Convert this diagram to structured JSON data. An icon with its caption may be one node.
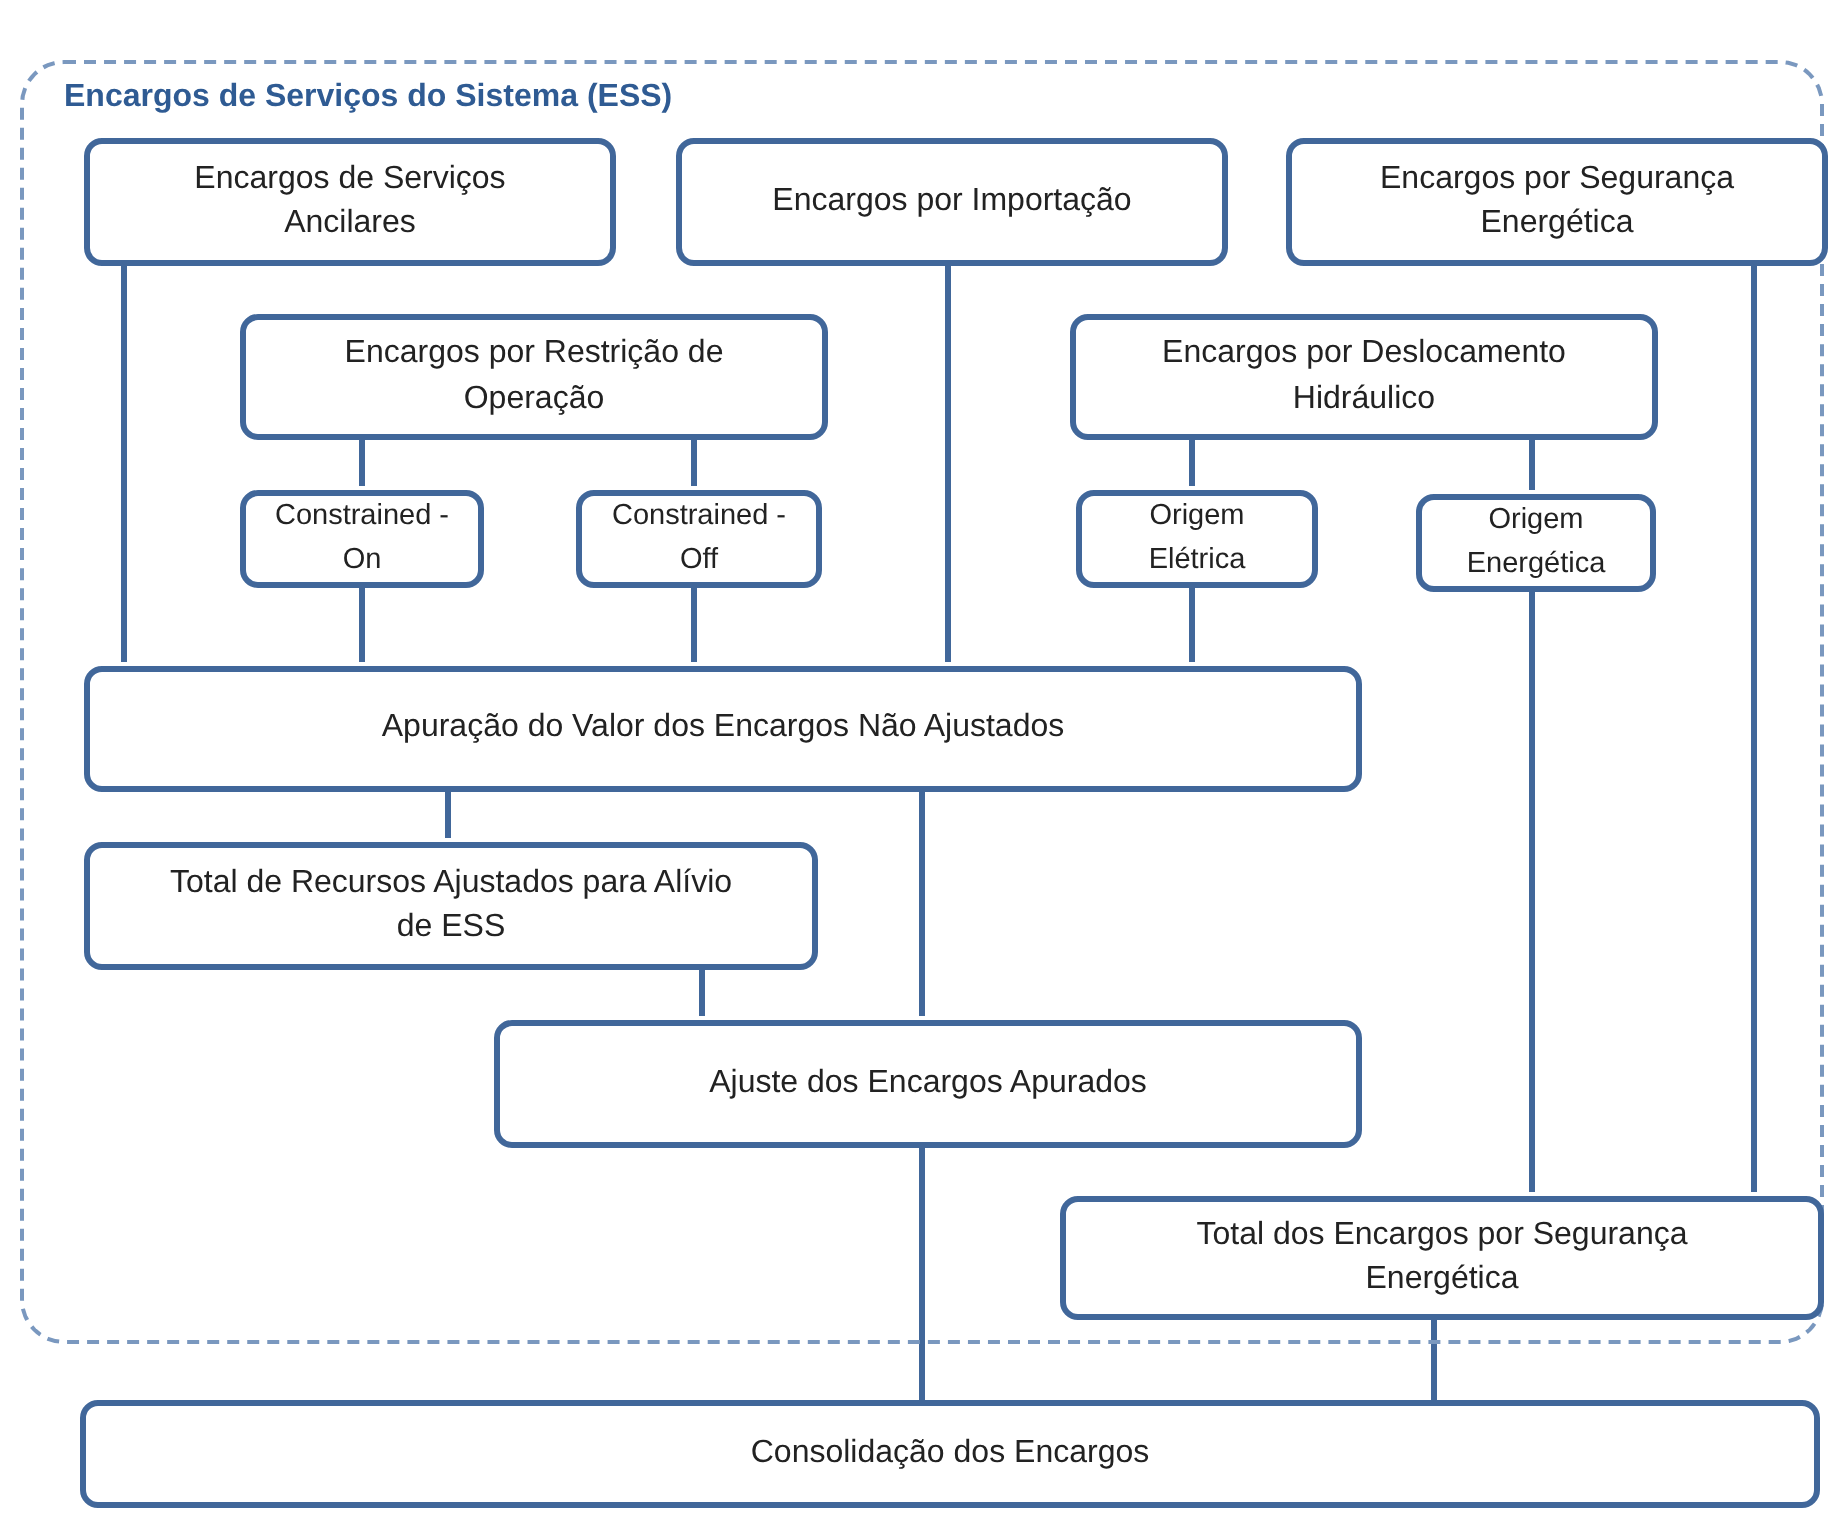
{
  "diagram": {
    "nodes": [
      {
        "text": [
          "Encargos de Serviços do Sistema (ESS)"
        ]
      },
      {
        "text": [
          "Encargos de Serviços Ancilares"
        ],
        "in": 0
      },
      {
        "text": [
          "Encargos por Importação"
        ],
        "in": 0
      },
      {
        "text": [
          "Encargos por Segurança Energética"
        ],
        "in": 0
      },
      {
        "text": [
          "Encargos por Restrição de Operação"
        ],
        "in": 0
      },
      {
        "text": [
          "Encargos por Deslocamento Hidráulico"
        ],
        "in": 0
      },
      {
        "text": [
          "Constrained - On"
        ],
        "in": 0
      },
      {
        "text": [
          "Constrained - Off"
        ],
        "in": 0
      },
      {
        "text": [
          "Origem Elétrica"
        ],
        "in": 0
      },
      {
        "text": [
          "Origem Energética"
        ],
        "in": 0
      },
      {
        "text": [
          "Apuração do Valor dos Encargos Não Ajustados"
        ],
        "in": 0
      },
      {
        "text": [
          "Total de Recursos Ajustados para Alívio de ESS"
        ],
        "in": 0
      },
      {
        "text": [
          "Ajuste dos Encargos Apurados"
        ],
        "in": 0
      },
      {
        "text": [
          "Total dos Encargos por Segurança Energética"
        ],
        "in": 0
      },
      {
        "text": [
          "Consolidação dos Encargos"
        ]
      }
    ],
    "edges": [
      {
        "from": 1,
        "to": 10,
        "arrow": "none"
      },
      {
        "from": 2,
        "to": 10,
        "arrow": "none"
      },
      {
        "from": 4,
        "to": 6,
        "arrow": "none"
      },
      {
        "from": 4,
        "to": 7,
        "arrow": "none"
      },
      {
        "from": 6,
        "to": 10,
        "arrow": "none"
      },
      {
        "from": 7,
        "to": 10,
        "arrow": "none"
      },
      {
        "from": 5,
        "to": 8,
        "arrow": "none"
      },
      {
        "from": 5,
        "to": 9,
        "arrow": "none"
      },
      {
        "from": 8,
        "to": 10,
        "arrow": "none"
      },
      {
        "from": 9,
        "to": 13,
        "arrow": "none"
      },
      {
        "from": 3,
        "to": 13,
        "arrow": "none"
      },
      {
        "from": 10,
        "to": 11,
        "arrow": "none"
      },
      {
        "from": 10,
        "to": 12,
        "arrow": "none"
      },
      {
        "from": 11,
        "to": 12,
        "arrow": "none"
      },
      {
        "from": 12,
        "to": 14,
        "arrow": "none"
      },
      {
        "from": 13,
        "to": 14,
        "arrow": "none"
      }
    ]
  }
}
